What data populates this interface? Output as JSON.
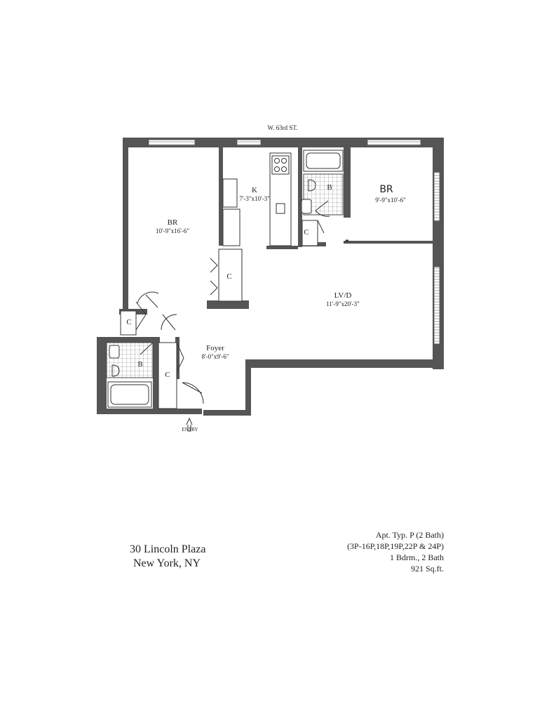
{
  "floorplan": {
    "street_label": "W. 63rd ST.",
    "rooms": {
      "bedroom_left": {
        "name": "BR",
        "dims": "10'-9\"x16'-6\""
      },
      "kitchen": {
        "name": "K",
        "dims": "7'-3\"x10'-3\""
      },
      "bedroom_right": {
        "name": "BR",
        "dims": "9'-9\"x10'-6\""
      },
      "living_dining": {
        "name": "LV/D",
        "dims": "11'-9\"x20'-3\""
      },
      "foyer": {
        "name": "Foyer",
        "dims": "8'-0\"x9'-6\""
      }
    },
    "closet_label": "C",
    "bath_label": "B",
    "entry_label": "ENTRY"
  },
  "address": {
    "line1": "30 Lincoln Plaza",
    "line2": "New York, NY"
  },
  "apartment": {
    "type": "Apt. Typ. P (2 Bath)",
    "units": "(3P-16P,18P,19P,22P & 24P)",
    "layout": "1 Bdrm., 2 Bath",
    "area": "921 Sq.ft."
  }
}
